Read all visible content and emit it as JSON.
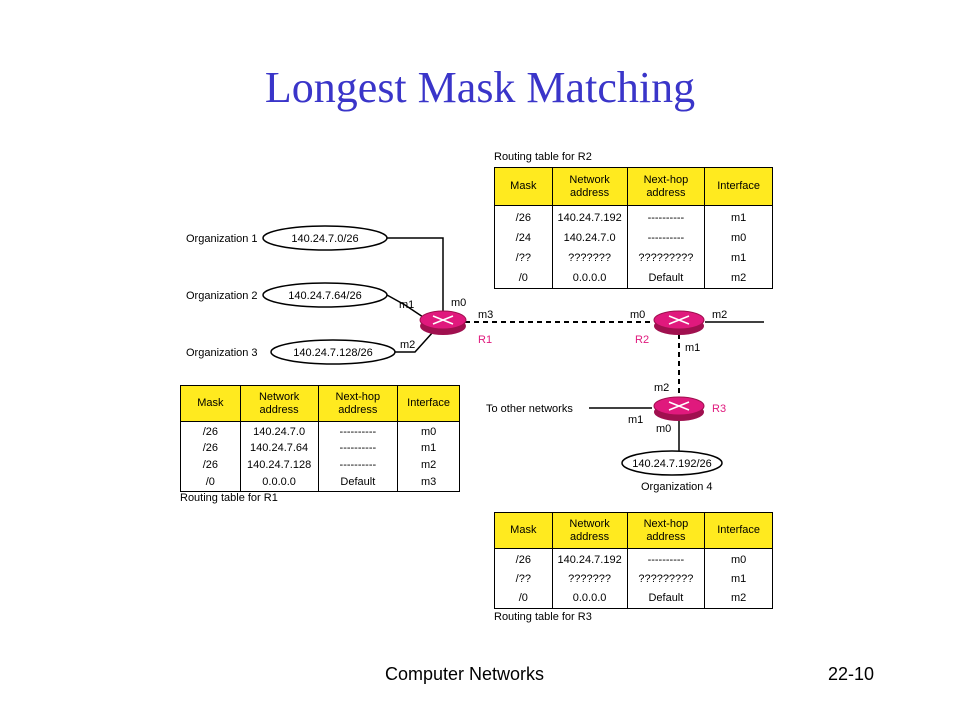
{
  "slide": {
    "title": "Longest Mask Matching",
    "footer_left": "Computer Networks",
    "footer_right": "22-10"
  },
  "table_headers": {
    "mask": "Mask",
    "network_address": "Network address",
    "next_hop_address": "Next-hop address",
    "interface": "Interface"
  },
  "tables": {
    "r2": {
      "caption": "Routing table for R2",
      "rows": [
        [
          "/26",
          "140.24.7.192",
          "----------",
          "m1"
        ],
        [
          "/24",
          "140.24.7.0",
          "----------",
          "m0"
        ],
        [
          "/??",
          "???????",
          "?????????",
          "m1"
        ],
        [
          "/0",
          "0.0.0.0",
          "Default",
          "m2"
        ]
      ]
    },
    "r1": {
      "caption": "Routing table for R1",
      "rows": [
        [
          "/26",
          "140.24.7.0",
          "----------",
          "m0"
        ],
        [
          "/26",
          "140.24.7.64",
          "----------",
          "m1"
        ],
        [
          "/26",
          "140.24.7.128",
          "----------",
          "m2"
        ],
        [
          "/0",
          "0.0.0.0",
          "Default",
          "m3"
        ]
      ]
    },
    "r3": {
      "caption": "Routing table for R3",
      "rows": [
        [
          "/26",
          "140.24.7.192",
          "----------",
          "m0"
        ],
        [
          "/??",
          "???????",
          "?????????",
          "m1"
        ],
        [
          "/0",
          "0.0.0.0",
          "Default",
          "m2"
        ]
      ]
    }
  },
  "diagram": {
    "organizations": {
      "org1": {
        "label": "Organization 1",
        "network": "140.24.7.0/26"
      },
      "org2": {
        "label": "Organization 2",
        "network": "140.24.7.64/26"
      },
      "org3": {
        "label": "Organization 3",
        "network": "140.24.7.128/26"
      },
      "org4": {
        "label": "Organization 4",
        "network": "140.24.7.192/26"
      }
    },
    "routers": {
      "r1": "R1",
      "r2": "R2",
      "r3": "R3"
    },
    "ports": {
      "r1_m0": "m0",
      "r1_m1": "m1",
      "r1_m2": "m2",
      "r1_m3": "m3",
      "r2_m0": "m0",
      "r2_m1": "m1",
      "r2_m2": "m2",
      "r3_m0": "m0",
      "r3_m1": "m1",
      "r3_m2": "m2"
    },
    "other_networks": "To other networks"
  },
  "colors": {
    "title": "#3a35c9",
    "table_header": "#ffea1f",
    "router": "#e0197d"
  }
}
